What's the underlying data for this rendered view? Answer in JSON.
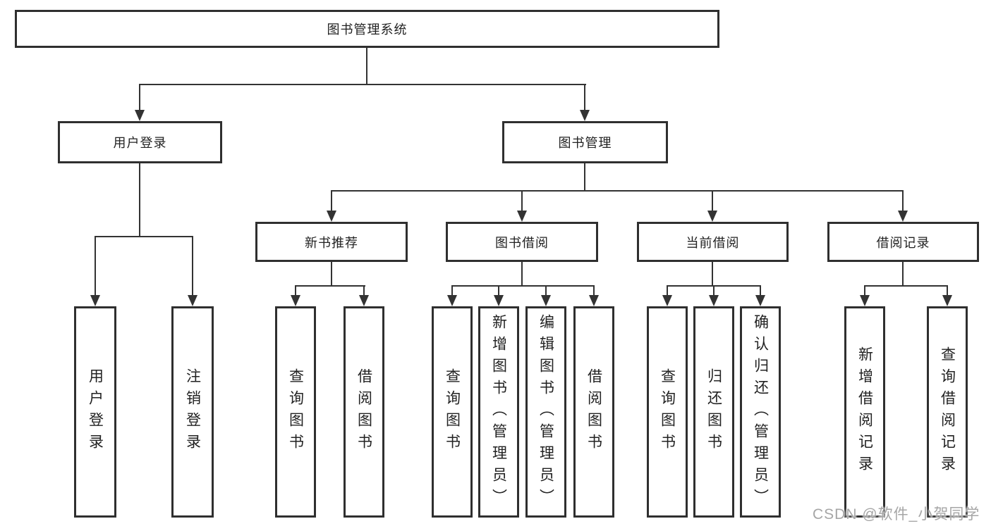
{
  "tree": {
    "label": "图书管理系统",
    "children": [
      {
        "label": "用户登录",
        "children": [
          {
            "label": "用户登录"
          },
          {
            "label": "注销登录"
          }
        ]
      },
      {
        "label": "图书管理",
        "children": [
          {
            "label": "新书推荐",
            "children": [
              {
                "label": "查询图书"
              },
              {
                "label": "借阅图书"
              }
            ]
          },
          {
            "label": "图书借阅",
            "children": [
              {
                "label": "查询图书"
              },
              {
                "label": "新增图书（管理员）"
              },
              {
                "label": "编辑图书（管理员）"
              },
              {
                "label": "借阅图书"
              }
            ]
          },
          {
            "label": "当前借阅",
            "children": [
              {
                "label": "查询图书"
              },
              {
                "label": "归还图书"
              },
              {
                "label": "确认归还（管理员）"
              }
            ]
          },
          {
            "label": "借阅记录",
            "children": [
              {
                "label": "新增借阅记录"
              },
              {
                "label": "查询借阅记录"
              }
            ]
          }
        ]
      }
    ]
  },
  "watermark": {
    "text": "CSDN @软件_小贺同学"
  },
  "colors": {
    "background": "#ffffff",
    "line": "#333333",
    "box_border": "#2f2f2f",
    "text": "#222222",
    "watermark": "#a6a6a6"
  }
}
